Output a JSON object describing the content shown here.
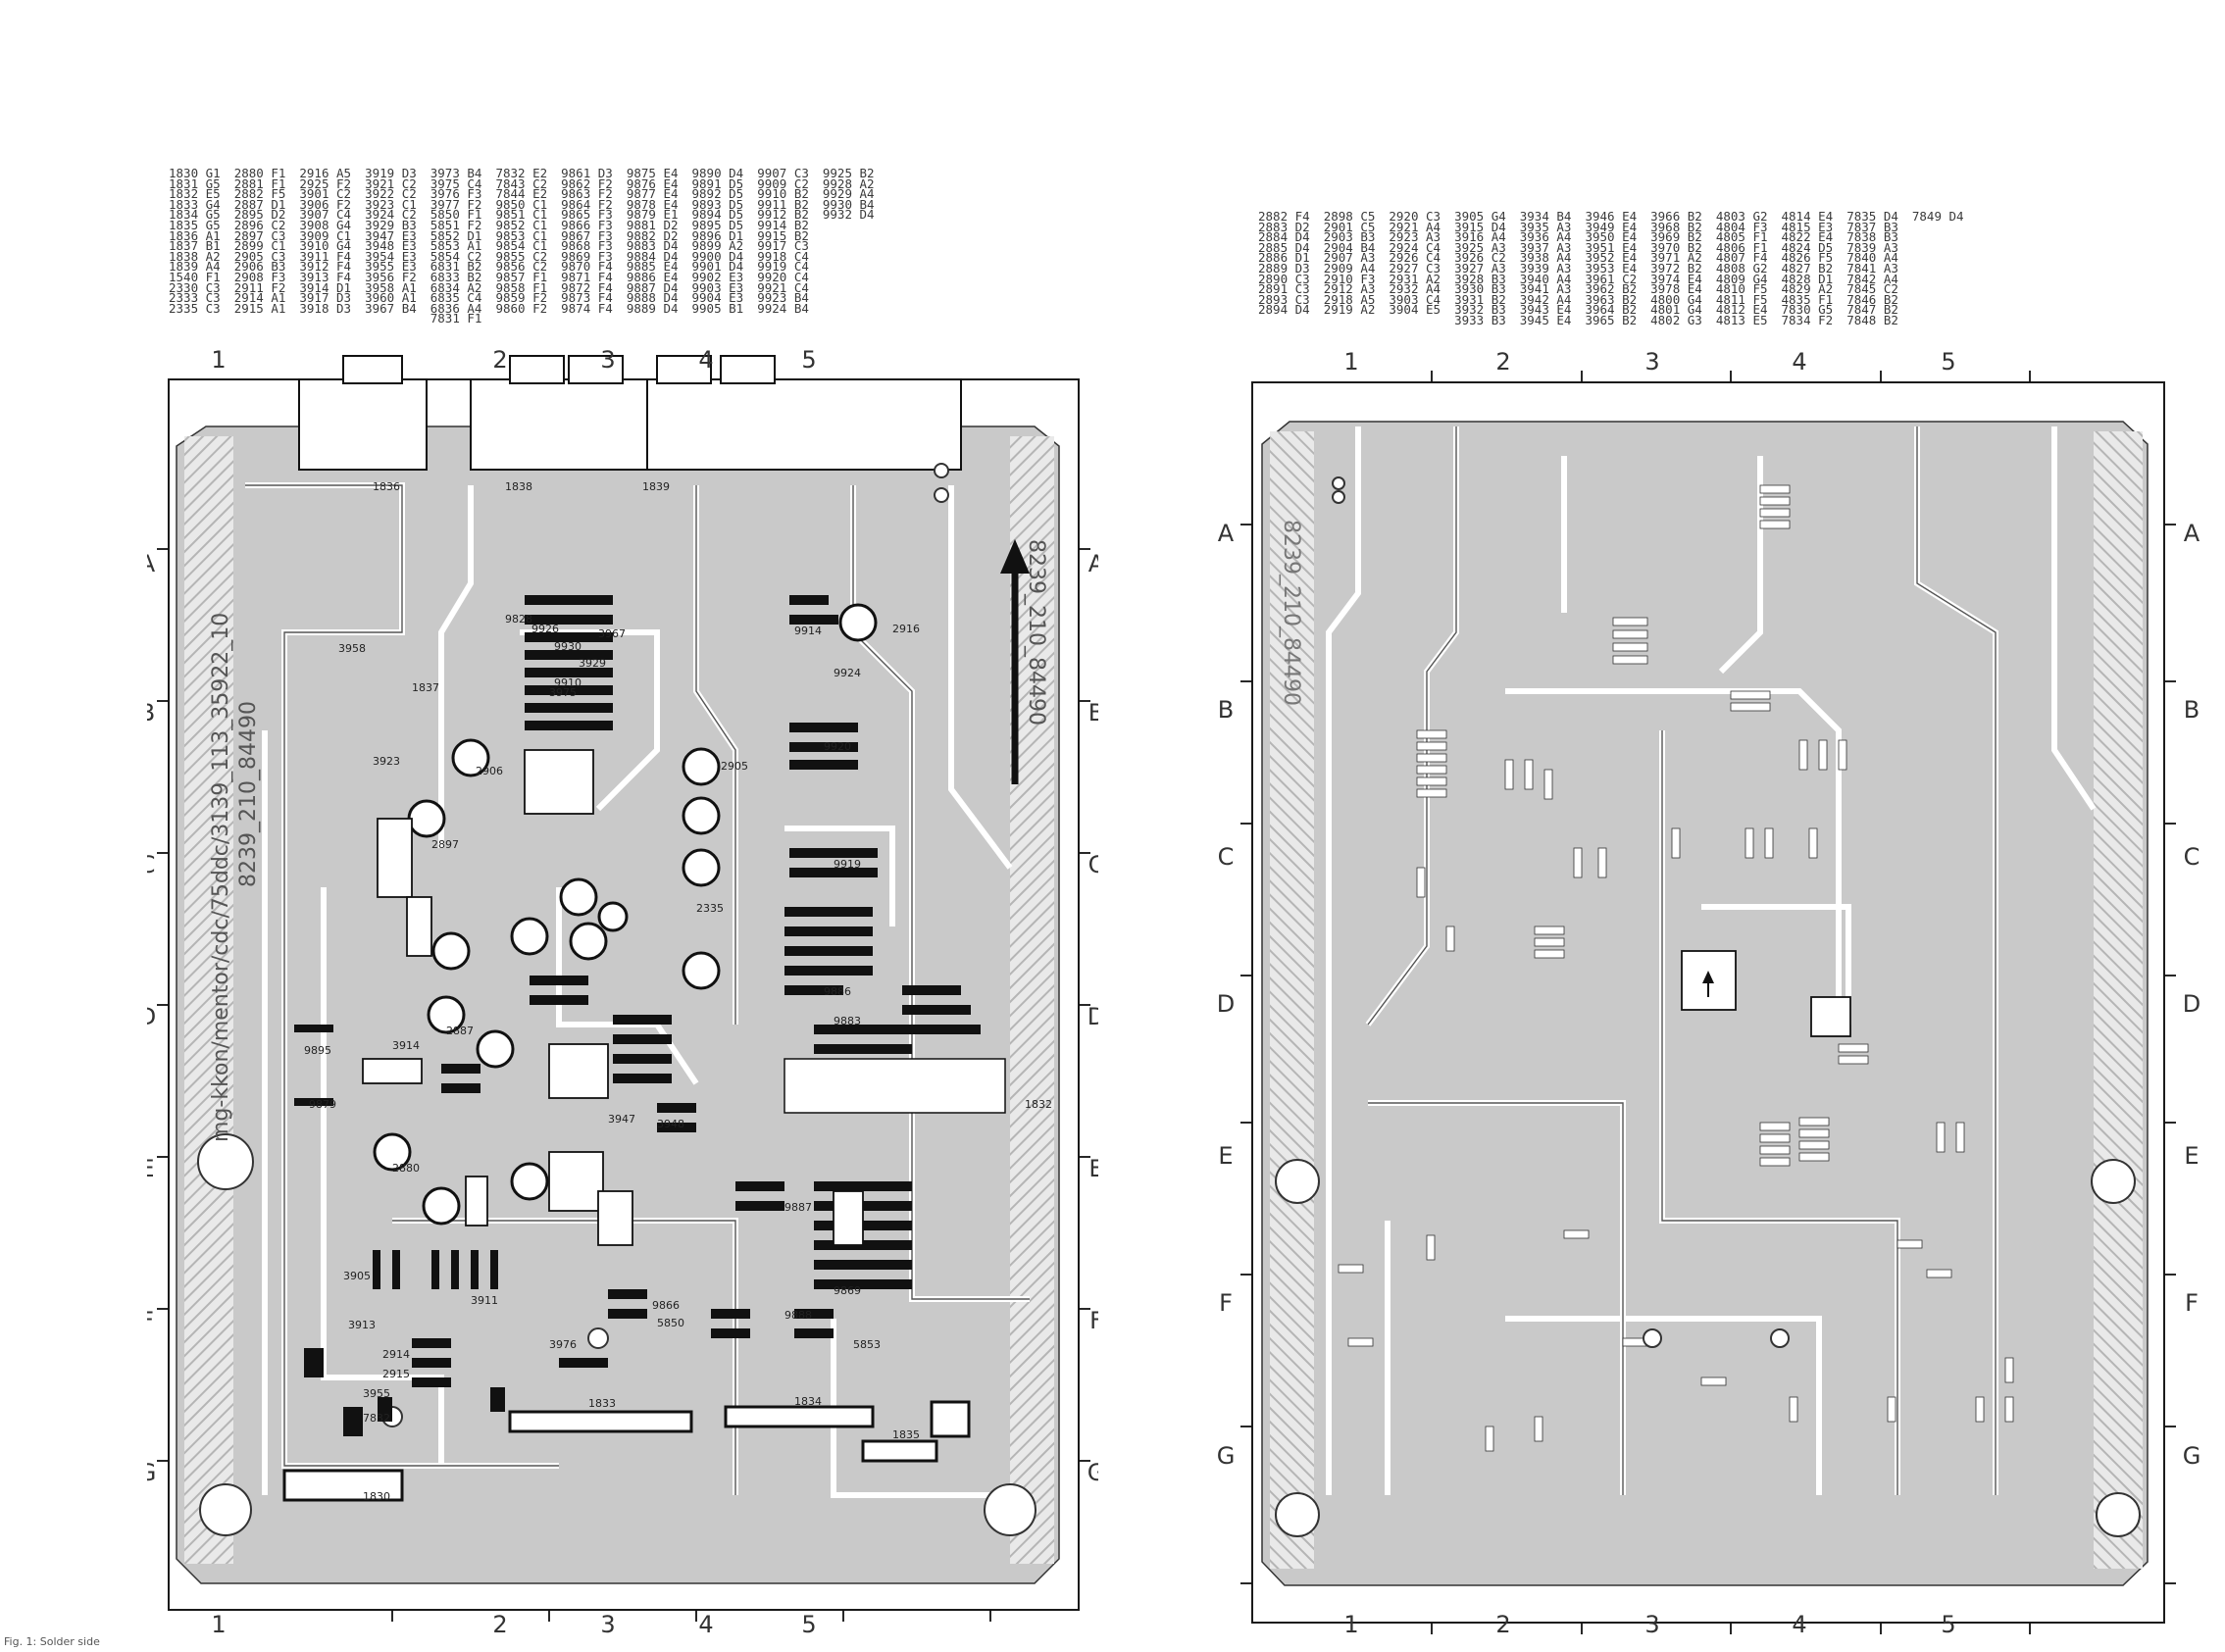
{
  "left_board": {
    "legend_columns": [
      [
        "1830 G1",
        "1831 G5",
        "1832 E5",
        "1833 G4",
        "1834 G5",
        "1835 G5",
        "1836 A1",
        "1837 B1",
        "1838 A2",
        "1839 A4",
        "1540 F1",
        "2330 C3",
        "2333 C3",
        "2335 C3"
      ],
      [
        "2880 F1",
        "2881 F1",
        "2882 F5",
        "2887 D1",
        "2895 D2",
        "2896 C2",
        "2897 C3",
        "2899 C1",
        "2905 C3",
        "2906 B3",
        "2908 F3",
        "2911 F2",
        "2914 A1",
        "2915 A1"
      ],
      [
        "2916 A5",
        "2925 F2",
        "3901 C2",
        "3906 F2",
        "3907 C4",
        "3908 G4",
        "3909 C1",
        "3910 G4",
        "3911 F4",
        "3912 F4",
        "3913 F4",
        "3914 D1",
        "3917 D3",
        "3918 D3"
      ],
      [
        "3919 D3",
        "3921 C2",
        "3922 C2",
        "3923 C1",
        "3924 C2",
        "3929 B3",
        "3947 E3",
        "3948 E3",
        "3954 E3",
        "3955 E3",
        "3956 F2",
        "3958 A1",
        "3960 A1",
        "3967 B4"
      ],
      [
        "3973 B4",
        "3975 C4",
        "3976 F3",
        "3977 F2",
        "5850 F1",
        "5851 F2",
        "5852 D1",
        "5853 A1",
        "5854 C2",
        "6831 B2",
        "6833 B2",
        "6834 A2",
        "6835 C4",
        "6836 A4",
        "7831 F1"
      ],
      [
        "7832 E2",
        "7843 C2",
        "7844 E2",
        "9850 C1",
        "9851 C1",
        "9852 C1",
        "9853 C1",
        "9854 C1",
        "9855 C2",
        "9856 C2",
        "9857 F1",
        "9858 F1",
        "9859 F2",
        "9860 F2"
      ],
      [
        "9861 D3",
        "9862 F2",
        "9863 F2",
        "9864 F2",
        "9865 F3",
        "9866 F3",
        "9867 F3",
        "9868 F3",
        "9869 F3",
        "9870 F4",
        "9871 F4",
        "9872 F4",
        "9873 F4",
        "9874 F4"
      ],
      [
        "9875 E4",
        "9876 E4",
        "9877 E4",
        "9878 E4",
        "9879 E1",
        "9881 D2",
        "9882 D2",
        "9883 D4",
        "9884 D4",
        "9885 E4",
        "9886 E4",
        "9887 D4",
        "9888 D4",
        "9889 D4"
      ],
      [
        "9890 D4",
        "9891 D5",
        "9892 D5",
        "9893 D5",
        "9894 D5",
        "9895 D5",
        "9896 D1",
        "9899 A2",
        "9900 D4",
        "9901 D4",
        "9902 E3",
        "9903 E3",
        "9904 E3",
        "9905 B1"
      ],
      [
        "9907 C3",
        "9909 C2",
        "9910 B2",
        "9911 B2",
        "9912 B2",
        "9914 B2",
        "9915 B2",
        "9917 C3",
        "9918 C4",
        "9919 C4",
        "9920 C4",
        "9921 C4",
        "9923 B4",
        "9924 B4"
      ],
      [
        "9925 B2",
        "9928 A2",
        "9929 A4",
        "9930 B4",
        "9932 D4"
      ]
    ],
    "grid_cols": [
      "1",
      "2",
      "3",
      "4",
      "5"
    ],
    "grid_rows": [
      "A",
      "B",
      "C",
      "D",
      "E",
      "F",
      "G"
    ],
    "board_text_vertical": "mg-kkon/mentor/cdc/75ddc/3139_113_35922_10",
    "board_code": "8239_210_84490",
    "components": [
      "1836",
      "1838",
      "1839",
      "1837",
      "1832",
      "1830",
      "1833",
      "1834",
      "1835",
      "2906",
      "2897",
      "2335",
      "2905",
      "2887",
      "2880",
      "2916",
      "3958",
      "3929",
      "3967",
      "3975",
      "3923",
      "3914",
      "3947",
      "3948",
      "9895",
      "9879",
      "9828",
      "9926",
      "9930",
      "9910",
      "9914",
      "9924",
      "9920",
      "9919",
      "9886",
      "9883",
      "9888",
      "9887",
      "9866",
      "9869",
      "3976",
      "3911",
      "3913",
      "3905",
      "3955",
      "7832",
      "5850",
      "5853",
      "2914",
      "2915"
    ]
  },
  "right_board": {
    "legend_columns": [
      [
        "2882 F4",
        "2883 D2",
        "2884 D4",
        "2885 D4",
        "2886 D1",
        "2889 D3",
        "2890 C3",
        "2891 C3",
        "2893 C3",
        "2894 D4"
      ],
      [
        "2898 C5",
        "2901 C5",
        "2903 B3",
        "2904 B4",
        "2907 A3",
        "2909 A4",
        "2910 F3",
        "2912 A3",
        "2918 A5",
        "2919 A2"
      ],
      [
        "2920 C3",
        "2921 A4",
        "2923 A3",
        "2924 C4",
        "2926 C4",
        "2927 C3",
        "2931 A2",
        "2932 A4",
        "3903 C4",
        "3904 E5"
      ],
      [
        "3905 G4",
        "3915 D4",
        "3916 A4",
        "3925 A3",
        "3926 C2",
        "3927 A3",
        "3928 B3",
        "3930 B3",
        "3931 B2",
        "3932 B3",
        "3933 B3"
      ],
      [
        "3934 B4",
        "3935 A3",
        "3936 A4",
        "3937 A3",
        "3938 A4",
        "3939 A3",
        "3940 A4",
        "3941 A3",
        "3942 A4",
        "3943 E4",
        "3945 E4"
      ],
      [
        "3946 E4",
        "3949 E4",
        "3950 E4",
        "3951 E4",
        "3952 E4",
        "3953 E4",
        "3961 C2",
        "3962 B2",
        "3963 B2",
        "3964 B2",
        "3965 B2"
      ],
      [
        "3966 B2",
        "3968 B2",
        "3969 B2",
        "3970 B2",
        "3971 A2",
        "3972 B2",
        "3974 E4",
        "3978 E4",
        "4800 G4",
        "4801 G4",
        "4802 G3"
      ],
      [
        "4803 G2",
        "4804 F3",
        "4805 F1",
        "4806 F1",
        "4807 F4",
        "4808 G2",
        "4809 G4",
        "4810 F5",
        "4811 F5",
        "4812 E4",
        "4813 E5"
      ],
      [
        "4814 E4",
        "4815 E3",
        "4822 E4",
        "4824 D5",
        "4826 F5",
        "4827 B2",
        "4828 D1",
        "4829 A2",
        "4835 F1",
        "7830 G5",
        "7834 F2"
      ],
      [
        "7835 D4",
        "7837 B3",
        "7838 B3",
        "7839 A3",
        "7840 A4",
        "7841 A3",
        "7842 A4",
        "7845 C2",
        "7846 B2",
        "7847 B2",
        "7848 B2"
      ],
      [
        "7849 D4"
      ]
    ],
    "grid_cols": [
      "1",
      "2",
      "3",
      "4",
      "5"
    ],
    "grid_rows": [
      "A",
      "B",
      "C",
      "D",
      "E",
      "F",
      "G"
    ],
    "board_code": "8239_210_84490"
  },
  "footer_text": "Fig. 1: Solder side",
  "colors": {
    "copper": "#c9c9c9",
    "board_edge": "#1a1a1a",
    "hatch": "#d6d6d6"
  }
}
